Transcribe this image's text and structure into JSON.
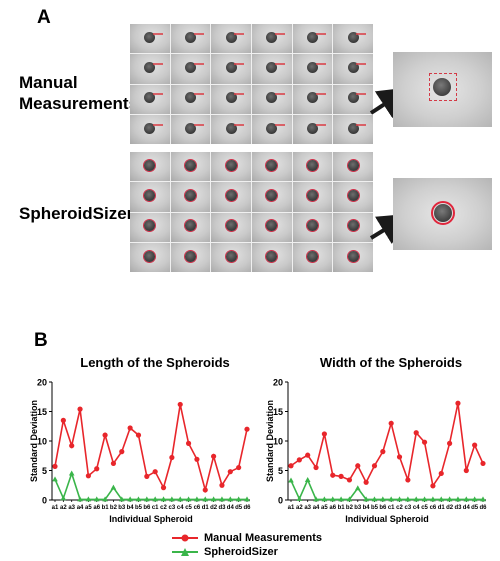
{
  "panel_a": {
    "letter": "A",
    "rows": [
      {
        "label_lines": [
          "Manual",
          "Measurements"
        ],
        "kind": "manual"
      },
      {
        "label_lines": [
          "SpheroidSizer"
        ],
        "kind": "auto"
      }
    ]
  },
  "panel_b": {
    "letter": "B"
  },
  "colors": {
    "manual": "#e8262b",
    "auto": "#3ab54a",
    "arrow": "#1a1a1a"
  },
  "legend": [
    {
      "name": "Manual Measurements",
      "color": "#e8262b",
      "marker": "circle"
    },
    {
      "name": "SpheroidSizer",
      "color": "#3ab54a",
      "marker": "triangle"
    }
  ],
  "chart_data": [
    {
      "type": "line",
      "title": "Length of the Spheroids",
      "xlabel": "Individual Spheroid",
      "ylabel": "Standard Deviation",
      "ylim": [
        0,
        20
      ],
      "yticks": [
        0,
        5,
        10,
        15,
        20
      ],
      "categories": [
        "a1",
        "a2",
        "a3",
        "a4",
        "a5",
        "a6",
        "b1",
        "b2",
        "b3",
        "b4",
        "b5",
        "b6",
        "c1",
        "c2",
        "c3",
        "c4",
        "c5",
        "c6",
        "d1",
        "d2",
        "d3",
        "d4",
        "d5",
        "d6"
      ],
      "series": [
        {
          "name": "Manual Measurements",
          "values": [
            5.7,
            13.5,
            9.2,
            15.4,
            4.1,
            5.3,
            11.0,
            6.2,
            8.2,
            12.2,
            11.0,
            4.0,
            4.8,
            2.1,
            7.2,
            16.2,
            9.6,
            6.9,
            1.7,
            7.4,
            2.5,
            4.8,
            5.5,
            12.0
          ]
        },
        {
          "name": "SpheroidSizer",
          "values": [
            3.5,
            0.3,
            4.5,
            0.1,
            0.1,
            0.1,
            0.1,
            2.1,
            0.1,
            0.1,
            0.1,
            0.1,
            0.1,
            0.1,
            0.1,
            0.1,
            0.1,
            0.1,
            0.1,
            0.1,
            0.1,
            0.1,
            0.1,
            0.1
          ]
        }
      ]
    },
    {
      "type": "line",
      "title": "Width of the Spheroids",
      "xlabel": "Individual Spheroid",
      "ylabel": "Standard Deviation",
      "ylim": [
        0,
        20
      ],
      "yticks": [
        0,
        5,
        10,
        15,
        20
      ],
      "categories": [
        "a1",
        "a2",
        "a3",
        "a4",
        "a5",
        "a6",
        "b1",
        "b2",
        "b3",
        "b4",
        "b5",
        "b6",
        "c1",
        "c2",
        "c3",
        "c4",
        "c5",
        "c6",
        "d1",
        "d2",
        "d3",
        "d4",
        "d5",
        "d6"
      ],
      "series": [
        {
          "name": "Manual Measurements",
          "values": [
            5.8,
            6.8,
            7.6,
            5.5,
            11.2,
            4.2,
            4.0,
            3.4,
            5.8,
            3.0,
            5.8,
            8.2,
            13.0,
            7.3,
            3.4,
            11.4,
            9.8,
            2.4,
            4.5,
            9.6,
            16.4,
            5.0,
            9.3,
            6.2
          ]
        },
        {
          "name": "SpheroidSizer",
          "values": [
            3.3,
            0.2,
            3.4,
            0.1,
            0.1,
            0.1,
            0.1,
            0.1,
            2.0,
            0.1,
            0.1,
            0.1,
            0.1,
            0.1,
            0.1,
            0.1,
            0.1,
            0.1,
            0.1,
            0.1,
            0.1,
            0.1,
            0.1,
            0.1
          ]
        }
      ]
    }
  ]
}
